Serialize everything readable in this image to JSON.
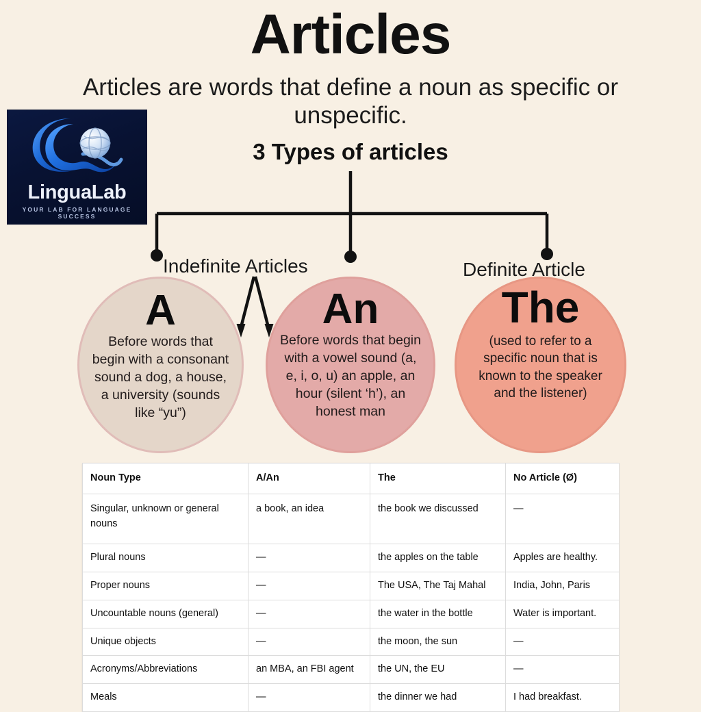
{
  "header": {
    "title": "Articles",
    "subtitle": "Articles are words that define a noun as specific or unspecific."
  },
  "logo": {
    "name": "LinguaLab",
    "tagline": "YOUR LAB FOR LANGUAGE SUCCESS",
    "mark_icon": "lingualab-swirl-globe-icon",
    "background_color": "#0b1840",
    "accent_color": "#1f6fe0"
  },
  "diagram": {
    "heading": "3 Types of articles",
    "branches": [
      {
        "label": "Indefinite Articles"
      },
      {
        "label": "Definite Article"
      }
    ],
    "circles": [
      {
        "word": "A",
        "description": "Before words that begin with a consonant sound a dog, a house, a university (sounds like “yu”)",
        "fill_color": "#e4d6c9",
        "border_color": "#e0bcb8"
      },
      {
        "word": "An",
        "description": "Before words that begin with a vowel sound (a, e, i, o, u) an apple, an hour (silent ‘h’), an honest man",
        "fill_color": "#e3aaa8",
        "border_color": "#dfa09c"
      },
      {
        "word": "The",
        "description": "(used to refer to a specific noun that is known to the speaker and the listener)",
        "fill_color": "#f0a18d",
        "border_color": "#e79784"
      }
    ]
  },
  "table": {
    "headers": [
      "Noun Type",
      "A/An",
      "The",
      "No Article (Ø)"
    ],
    "rows": [
      {
        "noun_type": "Singular, unknown or general nouns",
        "a_an": "a book, an idea",
        "the": "the book we discussed",
        "no_article": "—"
      },
      {
        "noun_type": "Plural nouns",
        "a_an": "—",
        "the": "the apples on the table",
        "no_article": "Apples are healthy."
      },
      {
        "noun_type": "Proper nouns",
        "a_an": "—",
        "the": "The USA, The Taj Mahal",
        "no_article": "India, John, Paris"
      },
      {
        "noun_type": "Uncountable nouns (general)",
        "a_an": "—",
        "the": "the water in the bottle",
        "no_article": "Water is important."
      },
      {
        "noun_type": "Unique objects",
        "a_an": "—",
        "the": "the moon, the sun",
        "no_article": "—"
      },
      {
        "noun_type": "Acronyms/Abbreviations",
        "a_an": "an MBA, an FBI agent",
        "the": "the UN, the EU",
        "no_article": "—"
      },
      {
        "noun_type": "Meals",
        "a_an": "—",
        "the": "the dinner we had",
        "no_article": "I had breakfast."
      }
    ]
  },
  "colors": {
    "background": "#f8f0e4",
    "text": "#1a1a1a",
    "connector": "#121212",
    "table_border": "#dcdcdc"
  }
}
